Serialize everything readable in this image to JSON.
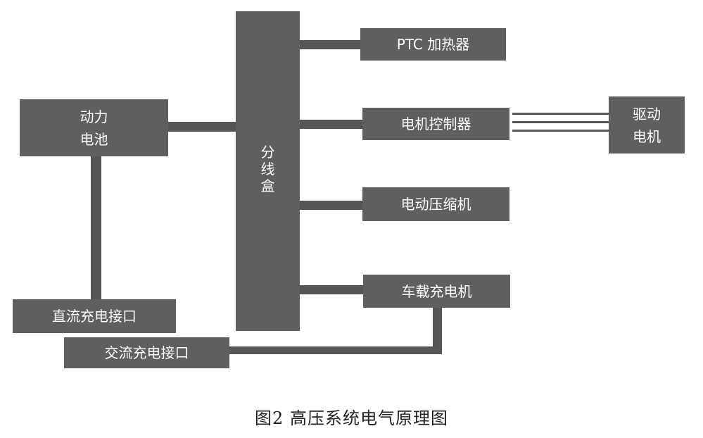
{
  "nodes": {
    "battery": [
      "动力",
      "电池"
    ],
    "junction_box": [
      "分",
      "线",
      "盒"
    ],
    "ptc_heater": "PTC 加热器",
    "motor_controller": "电机控制器",
    "electric_compressor": "电动压缩机",
    "onboard_charger": "车载充电机",
    "drive_motor": [
      "驱动",
      "电机"
    ],
    "dc_charge_port": "直流充电接口",
    "ac_charge_port": "交流充电接口"
  },
  "caption": "图2  高压系统电气原理图",
  "colors": {
    "box_fill": "#5f5f5f",
    "box_text": "#ffffff",
    "wire": "#555555",
    "background": "#ffffff"
  }
}
